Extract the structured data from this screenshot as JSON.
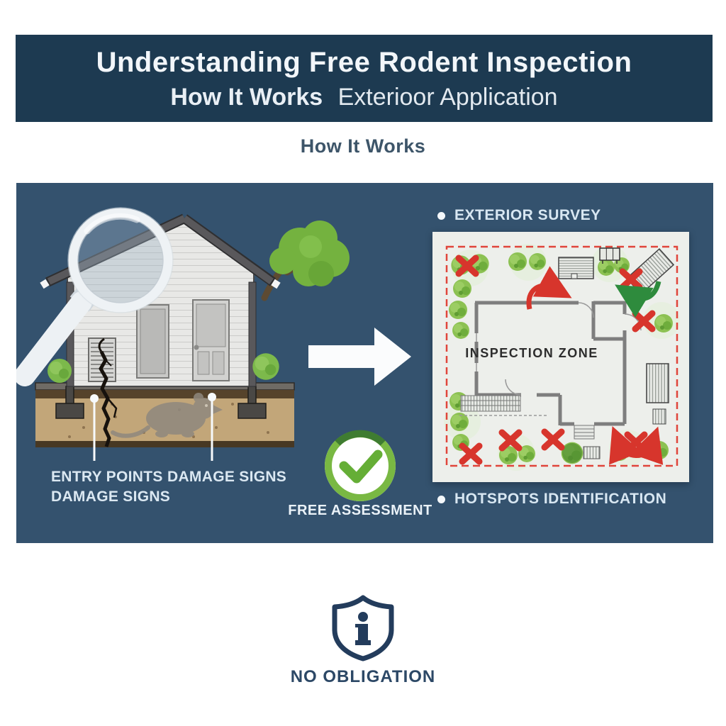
{
  "banner": {
    "title": "Understanding Free Rodent Inspection",
    "subtitle_bold": "How It Works",
    "subtitle_rest": "Exterioor Application"
  },
  "section": {
    "heading": "How It Works"
  },
  "house_scene": {
    "callout_left_line1": "ENTRY POINTS",
    "callout_left_line2": "DAMAGE SIGNS",
    "callout_right": "DAMAGE SIGNS"
  },
  "process": {
    "free_assessment": "FREE ASSESSMENT"
  },
  "survey": {
    "heading": "EXTERIOR SURVEY",
    "plan_label": "INSPECTION ZONE",
    "footer": "HOTSPOTS IDENTIFICATION"
  },
  "footer": {
    "no_obligation": "NO OBLIGATION"
  },
  "colors": {
    "banner_bg": "#1d3a51",
    "panel_bg": "#34526e",
    "accent_green": "#76b441",
    "alert_red": "#d7352c",
    "text_light": "#dbe8f2",
    "navy": "#233c5c",
    "soil": "#c2a679",
    "plan_bg": "#edefeb"
  },
  "icons": {
    "magnifier": "magnifier-icon",
    "checkmark": "checkmark-circle-icon",
    "arrow": "process-arrow-icon",
    "shield": "shield-info-icon"
  }
}
